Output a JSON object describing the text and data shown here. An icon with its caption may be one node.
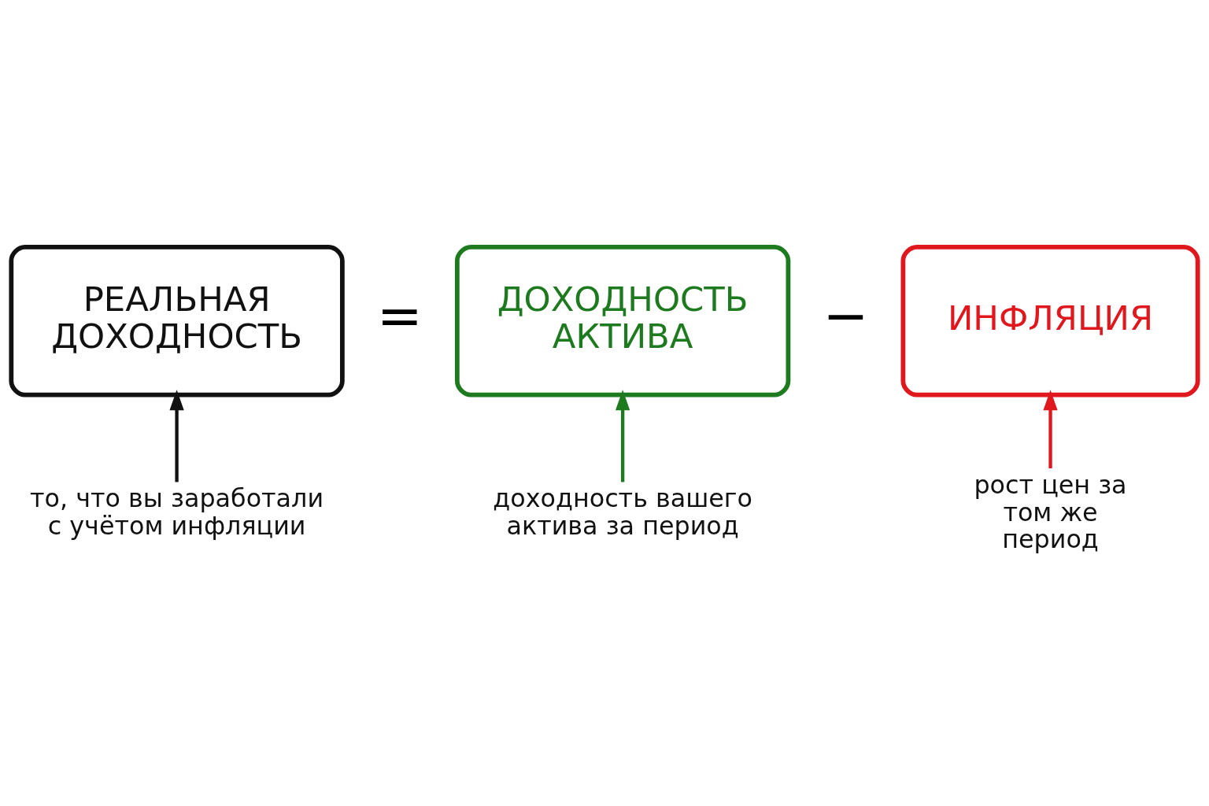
{
  "diagram": {
    "nodes": [
      {
        "text": [
          "РЕАЛЬНАЯ ДОХОДНОСТЬ"
        ]
      },
      {
        "text": [
          "ДОХОДНОСТЬ АКТИВА"
        ]
      },
      {
        "text": [
          "ИНФЛЯЦИЯ"
        ]
      },
      {
        "text": [
          "то, что вы заработали с учётом инфляции"
        ]
      },
      {
        "text": [
          "доходность вашего актива за период"
        ]
      },
      {
        "text": [
          "рост цен за том же период"
        ]
      }
    ],
    "edges": [
      {
        "from": 3,
        "to": 0,
        "arrow": "to",
        "color": "#111111"
      },
      {
        "from": 4,
        "to": 1,
        "arrow": "to",
        "color": "#1e7a1e"
      },
      {
        "from": 5,
        "to": 2,
        "arrow": "to",
        "color": "#e0181e"
      }
    ],
    "labels": [
      "=",
      "−"
    ]
  }
}
